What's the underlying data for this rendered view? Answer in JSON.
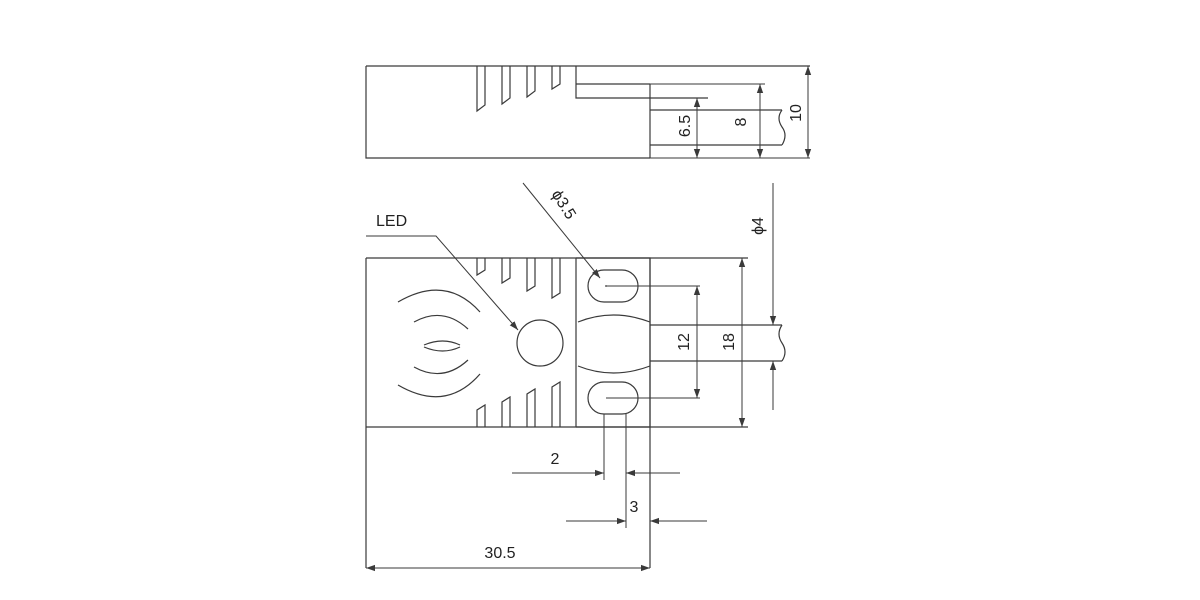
{
  "labels": {
    "led": "LED",
    "hole_diameter": "ϕ3.5",
    "cable_diameter": "ϕ4"
  },
  "dimensions": {
    "d_6_5": "6.5",
    "d_8": "8",
    "d_10": "10",
    "d_12": "12",
    "d_18": "18",
    "d_2": "2",
    "d_3": "3",
    "d_30_5": "30.5"
  },
  "colors": {
    "line": "#3a3a3a",
    "text": "#222222",
    "background": "#ffffff"
  }
}
